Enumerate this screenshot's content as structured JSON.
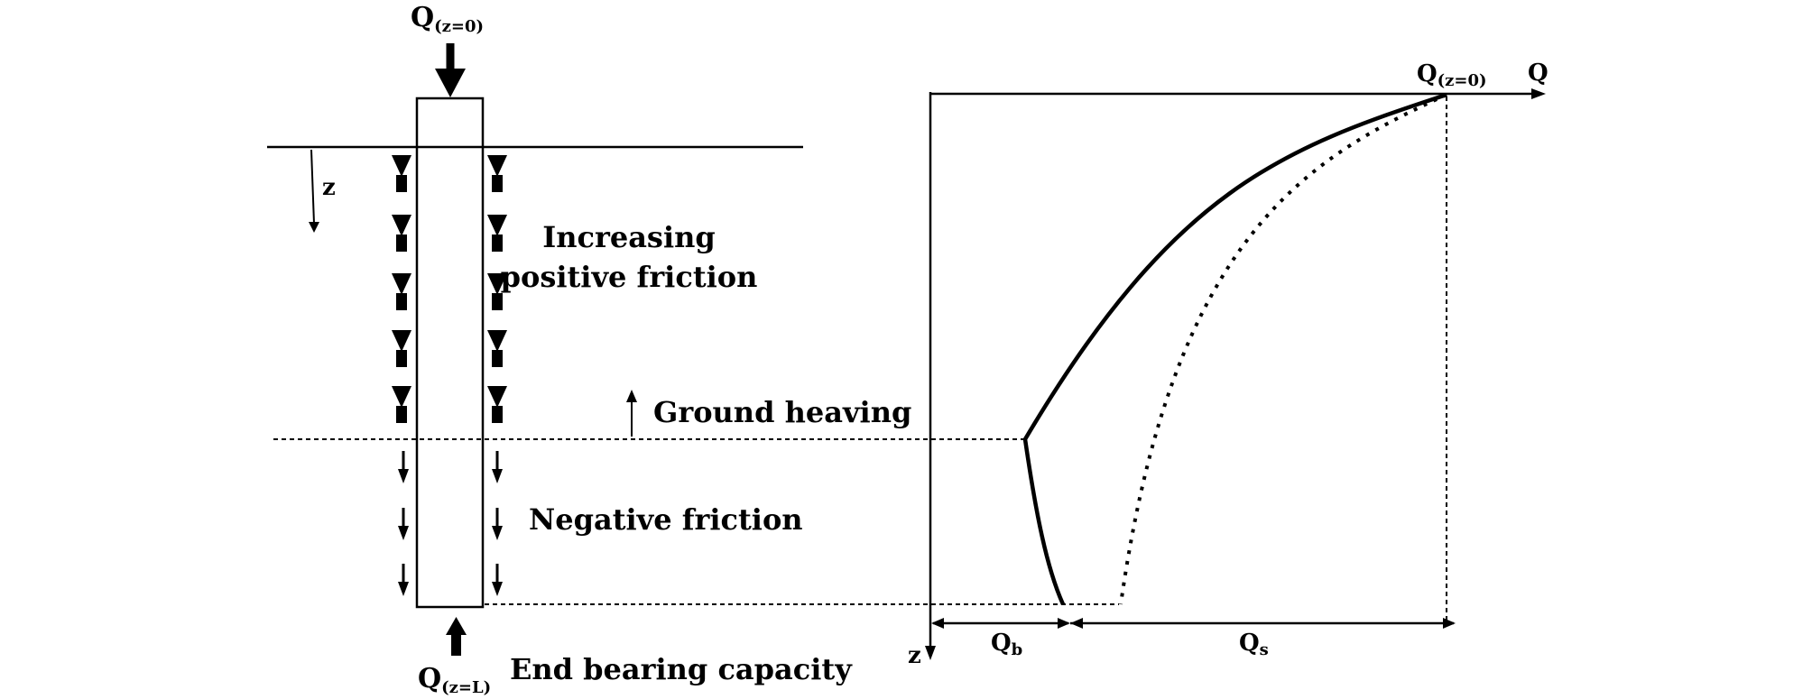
{
  "left_diagram": {
    "top_load": {
      "symbol": "Q",
      "subscript": "(z=0)"
    },
    "bottom_load": {
      "symbol": "Q",
      "subscript": "(z=L)"
    },
    "depth_axis_label": "z",
    "zone_labels": {
      "positive_line1": "Increasing",
      "positive_line2": "positive friction",
      "ground_heaving": "Ground heaving",
      "negative": "Negative friction",
      "end_bearing": "End bearing capacity"
    }
  },
  "right_diagram": {
    "x_axis_label": "Q",
    "y_axis_label": "z",
    "peak_label": {
      "symbol": "Q",
      "subscript": "(z=0)"
    },
    "qb_label": {
      "symbol": "Q",
      "subscript": "b"
    },
    "qs_label": {
      "symbol": "Q",
      "subscript": "s"
    }
  }
}
